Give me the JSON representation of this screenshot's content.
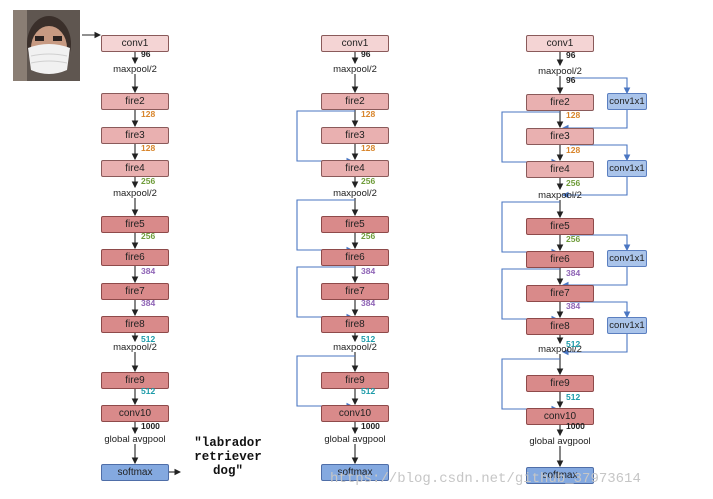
{
  "input": {
    "icon": "face-with-mask-photo"
  },
  "prediction": {
    "lines": [
      "\"labrador",
      "retriever",
      "dog\""
    ]
  },
  "watermark": "https://blog.csdn.net/github_37973614",
  "columns": [
    {
      "id": "a",
      "layers": [
        {
          "label": "conv1",
          "shade": "light"
        },
        {
          "label": "maxpool/2",
          "kind": "op"
        },
        {
          "label": "fire2",
          "shade": "mid"
        },
        {
          "label": "fire3",
          "shade": "mid"
        },
        {
          "label": "fire4",
          "shade": "mid"
        },
        {
          "label": "maxpool/2",
          "kind": "op"
        },
        {
          "label": "fire5",
          "shade": "dark"
        },
        {
          "label": "fire6",
          "shade": "dark"
        },
        {
          "label": "fire7",
          "shade": "dark"
        },
        {
          "label": "fire8",
          "shade": "dark"
        },
        {
          "label": "maxpool/2",
          "kind": "op"
        },
        {
          "label": "fire9",
          "shade": "dark"
        },
        {
          "label": "conv10",
          "shade": "dark"
        },
        {
          "label": "global avgpool",
          "kind": "op"
        },
        {
          "label": "softmax",
          "shade": "blue"
        }
      ],
      "channels": [
        "96",
        "128",
        "128",
        "256",
        "256",
        "384",
        "384",
        "512",
        "512",
        "1000"
      ],
      "bypass": [],
      "complex": []
    },
    {
      "id": "b",
      "layers": [
        {
          "label": "conv1",
          "shade": "light"
        },
        {
          "label": "maxpool/2",
          "kind": "op"
        },
        {
          "label": "fire2",
          "shade": "mid"
        },
        {
          "label": "fire3",
          "shade": "mid"
        },
        {
          "label": "fire4",
          "shade": "mid"
        },
        {
          "label": "maxpool/2",
          "kind": "op"
        },
        {
          "label": "fire5",
          "shade": "dark"
        },
        {
          "label": "fire6",
          "shade": "dark"
        },
        {
          "label": "fire7",
          "shade": "dark"
        },
        {
          "label": "fire8",
          "shade": "dark"
        },
        {
          "label": "maxpool/2",
          "kind": "op"
        },
        {
          "label": "fire9",
          "shade": "dark"
        },
        {
          "label": "conv10",
          "shade": "dark"
        },
        {
          "label": "global avgpool",
          "kind": "op"
        },
        {
          "label": "softmax",
          "shade": "blue"
        }
      ],
      "channels": [
        "96",
        "128",
        "128",
        "256",
        "256",
        "384",
        "384",
        "512",
        "512",
        "1000"
      ],
      "bypass": [
        "fire3",
        "fire5",
        "fire7",
        "fire9"
      ],
      "complex": []
    },
    {
      "id": "c",
      "layers": [
        {
          "label": "conv1",
          "shade": "light"
        },
        {
          "label": "maxpool/2",
          "kind": "op"
        },
        {
          "label": "fire2",
          "shade": "mid"
        },
        {
          "label": "fire3",
          "shade": "mid"
        },
        {
          "label": "fire4",
          "shade": "mid"
        },
        {
          "label": "maxpool/2",
          "kind": "op"
        },
        {
          "label": "fire5",
          "shade": "dark"
        },
        {
          "label": "fire6",
          "shade": "dark"
        },
        {
          "label": "fire7",
          "shade": "dark"
        },
        {
          "label": "fire8",
          "shade": "dark"
        },
        {
          "label": "maxpool/2",
          "kind": "op"
        },
        {
          "label": "fire9",
          "shade": "dark"
        },
        {
          "label": "conv10",
          "shade": "dark"
        },
        {
          "label": "global avgpool",
          "kind": "op"
        },
        {
          "label": "softmax",
          "shade": "blue"
        }
      ],
      "channels": [
        "96",
        "96",
        "128",
        "128",
        "256",
        "256",
        "384",
        "384",
        "512",
        "512",
        "1000"
      ],
      "bypass": [
        "fire3",
        "fire5",
        "fire7",
        "fire9"
      ],
      "complex": [
        {
          "label": "conv1x1",
          "target": "fire2"
        },
        {
          "label": "conv1x1",
          "target": "fire4"
        },
        {
          "label": "conv1x1",
          "target": "fire6"
        },
        {
          "label": "conv1x1",
          "target": "fire8"
        }
      ]
    }
  ],
  "colors": {
    "arrow": "#222222",
    "bypass": "#4a76c2",
    "c96": "#222222",
    "c128": "#d8842a",
    "c256": "#6f9c3a",
    "c384": "#8e63b5",
    "c512": "#1c9aa8",
    "c1000": "#222222"
  }
}
